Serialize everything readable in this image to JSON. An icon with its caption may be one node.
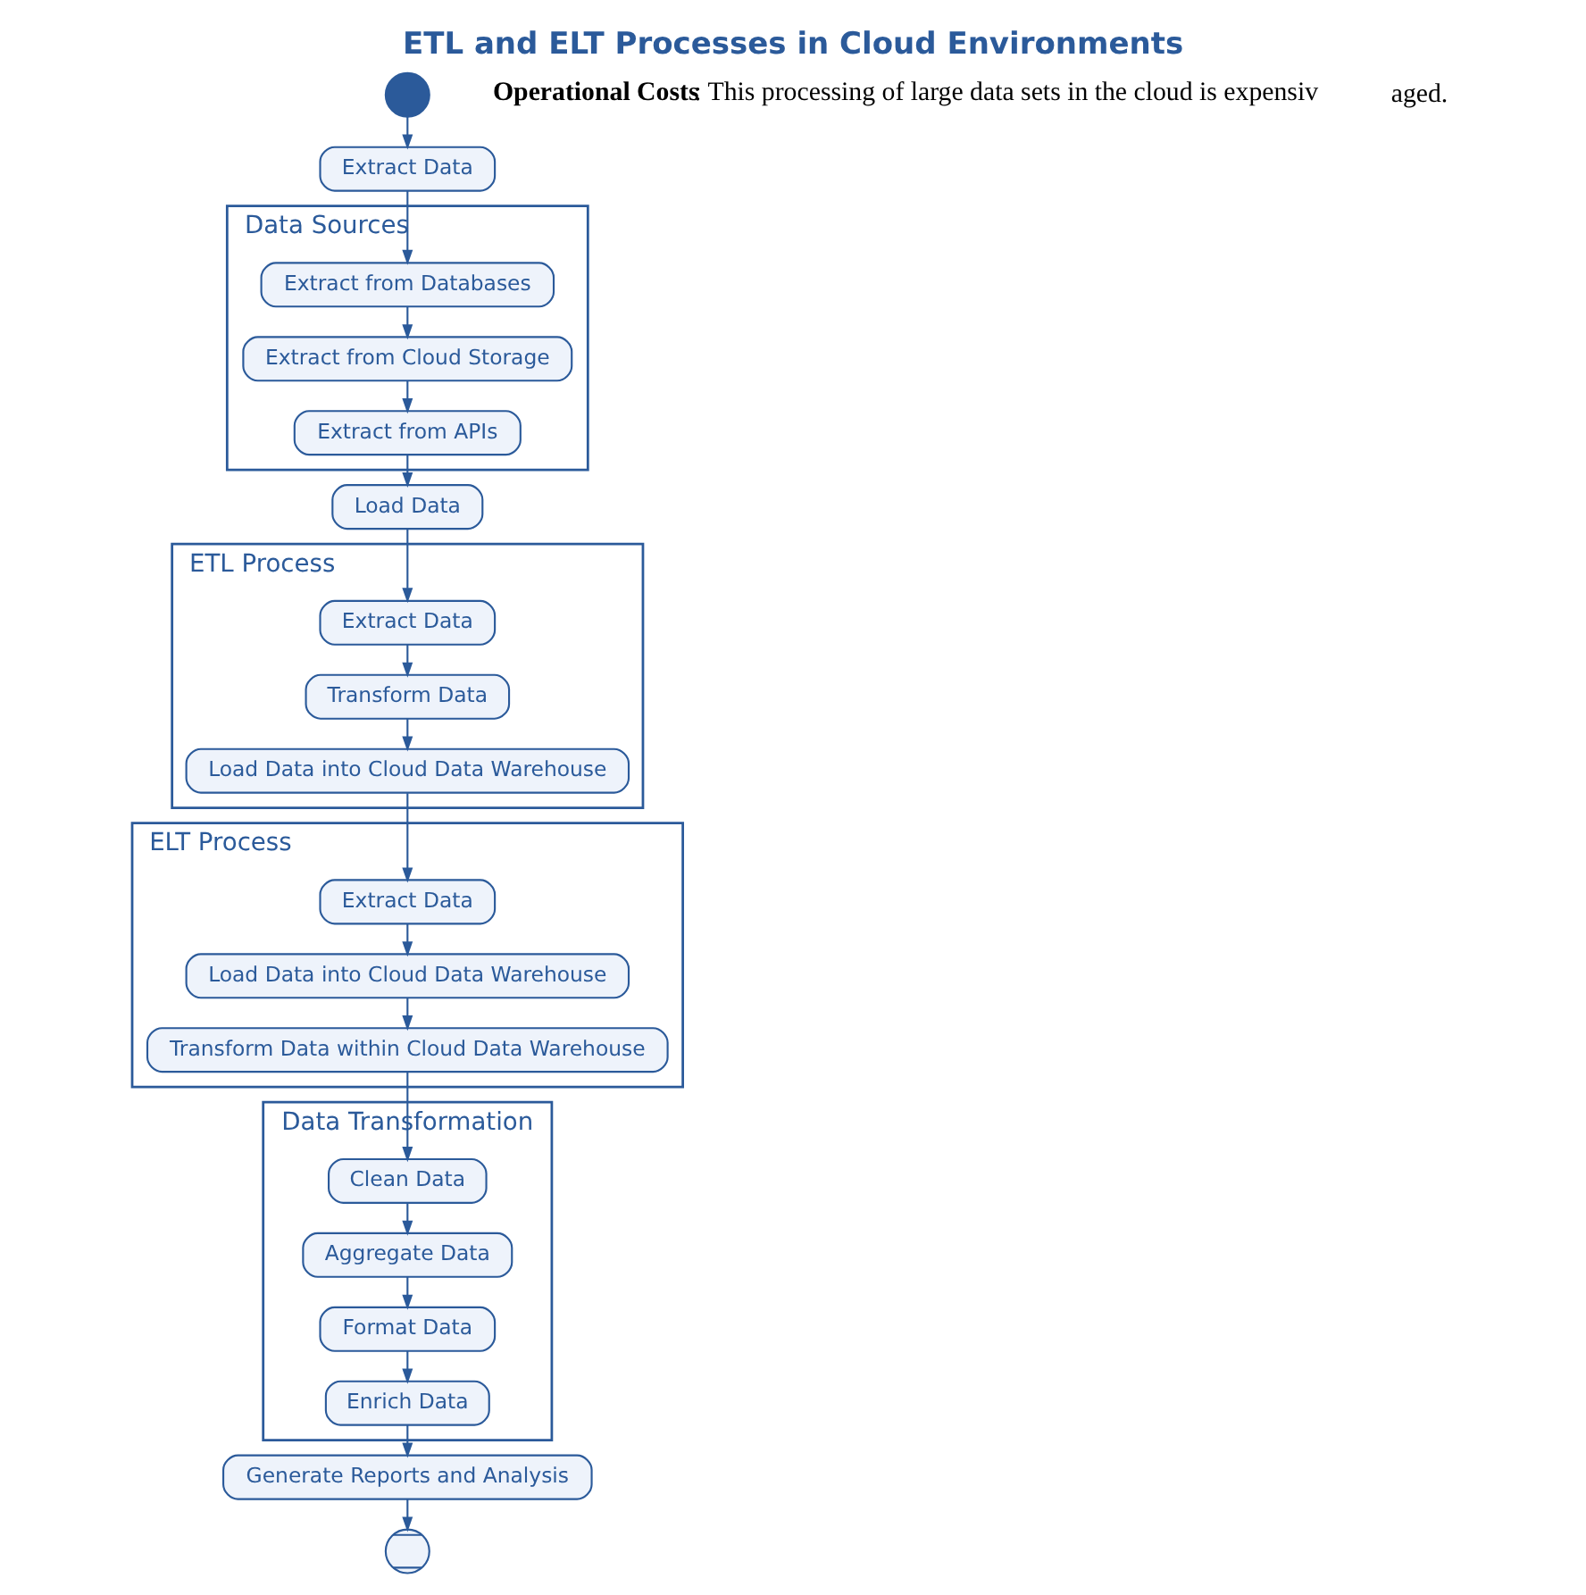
{
  "diagram": {
    "title": "ETL and ELT Processes in Cloud Environments",
    "nodes": [
      {
        "text": [],
        "shape": "dot"
      },
      {
        "text": [
          "Extract Data"
        ]
      },
      {
        "text": [
          "Data Sources"
        ]
      },
      {
        "text": [
          "Extract from Databases"
        ],
        "in": 2
      },
      {
        "text": [
          "Extract from Cloud Storage"
        ],
        "in": 2
      },
      {
        "text": [
          "Extract from APIs"
        ],
        "in": 2
      },
      {
        "text": [
          "Load Data"
        ]
      },
      {
        "text": [
          "ETL Process"
        ]
      },
      {
        "text": [
          "Extract Data"
        ],
        "in": 7
      },
      {
        "text": [
          "Transform Data"
        ],
        "in": 7
      },
      {
        "text": [
          "Load Data into Cloud Data Warehouse"
        ],
        "in": 7
      },
      {
        "text": [
          "ELT Process"
        ]
      },
      {
        "text": [
          "Extract Data"
        ],
        "in": 11
      },
      {
        "text": [
          "Load Data into Cloud Data Warehouse"
        ],
        "in": 11
      },
      {
        "text": [
          "Transform Data within Cloud Data Warehouse"
        ],
        "in": 11
      },
      {
        "text": [
          "Data Transformation"
        ]
      },
      {
        "text": [
          "Clean Data"
        ],
        "in": 15
      },
      {
        "text": [
          "Aggregate Data"
        ],
        "in": 15
      },
      {
        "text": [
          "Format Data"
        ],
        "in": 15
      },
      {
        "text": [
          "Enrich Data"
        ],
        "in": 15
      },
      {
        "text": [
          "Generate Reports and Analysis"
        ]
      },
      {
        "text": [],
        "shape": "crossed-circle"
      }
    ],
    "edges": [
      {
        "from": 0,
        "to": 1,
        "arrow": "to"
      },
      {
        "from": 1,
        "to": 3,
        "arrow": "to"
      },
      {
        "from": 3,
        "to": 4,
        "arrow": "to"
      },
      {
        "from": 4,
        "to": 5,
        "arrow": "to"
      },
      {
        "from": 5,
        "to": 6,
        "arrow": "to"
      },
      {
        "from": 6,
        "to": 8,
        "arrow": "to"
      },
      {
        "from": 8,
        "to": 9,
        "arrow": "to"
      },
      {
        "from": 9,
        "to": 10,
        "arrow": "to"
      },
      {
        "from": 10,
        "to": 12,
        "arrow": "to"
      },
      {
        "from": 12,
        "to": 13,
        "arrow": "to"
      },
      {
        "from": 13,
        "to": 14,
        "arrow": "to"
      },
      {
        "from": 14,
        "to": 16,
        "arrow": "to"
      },
      {
        "from": 16,
        "to": 17,
        "arrow": "to"
      },
      {
        "from": 17,
        "to": 18,
        "arrow": "to"
      },
      {
        "from": 18,
        "to": 19,
        "arrow": "to"
      },
      {
        "from": 19,
        "to": 20,
        "arrow": "to"
      },
      {
        "from": 20,
        "to": 21,
        "arrow": "to"
      }
    ],
    "labels": [
      "**Operational Costs**: This processing of large data sets in the cloud is expensiv",
      "aged."
    ]
  }
}
